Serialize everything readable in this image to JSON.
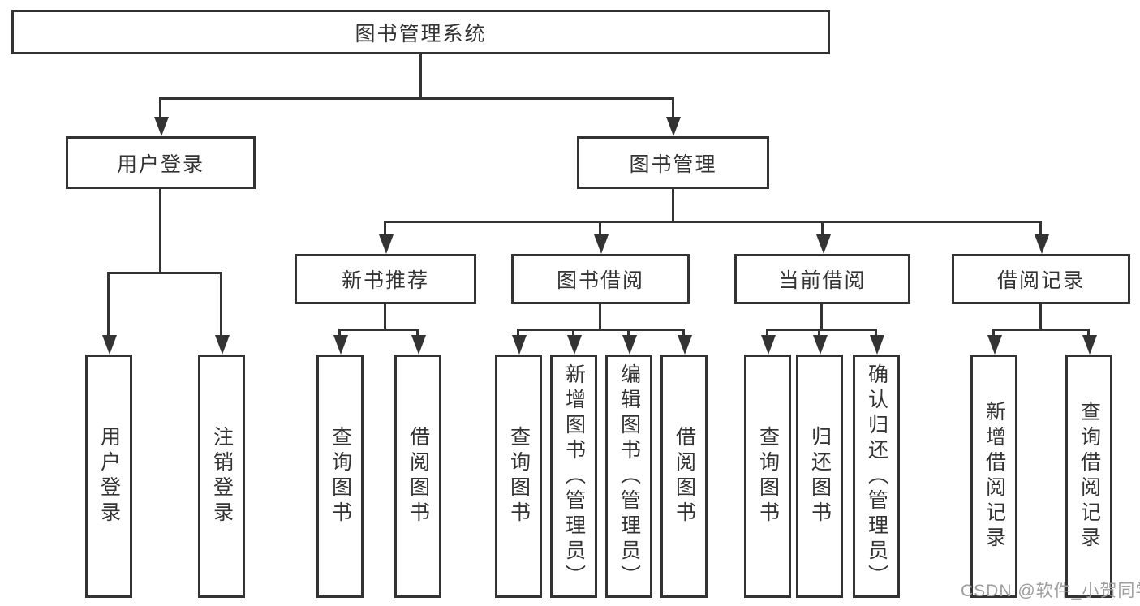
{
  "tree": {
    "root": {
      "label": "图书管理系统"
    },
    "user_login": {
      "label": "用户登录",
      "children": [
        {
          "label": "用户登录"
        },
        {
          "label": "注销登录"
        }
      ]
    },
    "book_mgmt": {
      "label": "图书管理",
      "sections": [
        {
          "label": "新书推荐",
          "children": [
            {
              "label": "查询图书"
            },
            {
              "label": "借阅图书"
            }
          ]
        },
        {
          "label": "图书借阅",
          "children": [
            {
              "label": "查询图书"
            },
            {
              "label": "新增图书（管理员）"
            },
            {
              "label": "编辑图书（管理员）"
            },
            {
              "label": "借阅图书"
            }
          ]
        },
        {
          "label": "当前借阅",
          "children": [
            {
              "label": "查询图书"
            },
            {
              "label": "归还图书"
            },
            {
              "label": "确认归还（管理员）"
            }
          ]
        },
        {
          "label": "借阅记录",
          "children": [
            {
              "label": "新增借阅记录"
            },
            {
              "label": "查询借阅记录"
            }
          ]
        }
      ]
    }
  },
  "watermark": {
    "text": "CSDN @软件_小贺同学"
  },
  "colors": {
    "line": "#333333",
    "text": "#333333",
    "box_background": "#ffffff",
    "page_background": "#ffffff",
    "watermark": "#9e9e9e"
  }
}
